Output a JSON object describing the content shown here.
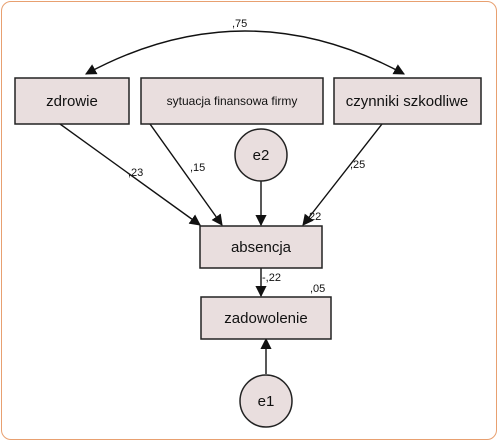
{
  "nodes": {
    "zdrowie": "zdrowie",
    "sytuacja": "sytuacja finansowa firmy",
    "czynniki": "czynniki szkodliwe",
    "absencja": "absencja",
    "zadowolenie": "zadowolenie",
    "e2": "e2",
    "e1": "e1"
  },
  "coefficients": {
    "cov_zdrowie_czynniki": ",75",
    "zdrowie_absencja": ",23",
    "sytuacja_absencja": ",15",
    "czynniki_absencja": ",25",
    "absencja_r2": ",22",
    "absencja_zadowolenie": "-,22",
    "zadowolenie_r2": ",05"
  }
}
